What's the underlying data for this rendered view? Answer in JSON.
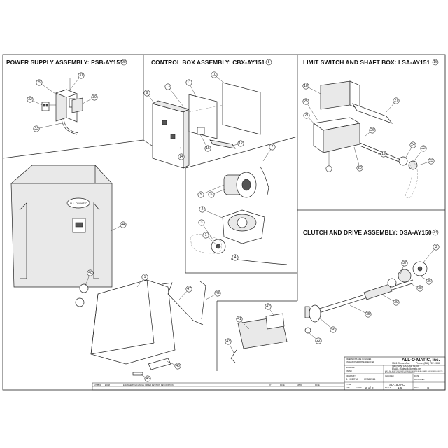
{
  "sections": {
    "power_supply": {
      "title": "POWER SUPPLY ASSEMBLY: PSB-AY151",
      "ref": "28"
    },
    "control_box": {
      "title": "CONTROL BOX ASSEMBLY: CBX-AY151",
      "ref": "8"
    },
    "limit_switch": {
      "title": "LIMIT SWITCH AND SHAFT BOX: LSA-AY151",
      "ref": "16"
    },
    "clutch_drive": {
      "title": "CLUTCH AND DRIVE ASSEMBLY: DSA-AY150",
      "ref": "34"
    }
  },
  "callouts": {
    "power_supply": [
      "29",
      "31",
      "30",
      "32",
      "33"
    ],
    "control_box": [
      "9",
      "13",
      "11",
      "10",
      "15",
      "12",
      "14"
    ],
    "motor_gear": [
      "7",
      "5",
      "6",
      "2",
      "3",
      "1",
      "4"
    ],
    "limit_switch": [
      "18",
      "25",
      "21",
      "27",
      "26",
      "19",
      "24",
      "22",
      "23",
      "17",
      "20"
    ],
    "clutch_drive": [
      "3",
      "37",
      "36",
      "38",
      "39",
      "35",
      "56",
      "22"
    ],
    "frame": [
      "44",
      "40",
      "1",
      "47",
      "48",
      "45",
      "46"
    ],
    "board": [
      "42",
      "41",
      "43"
    ]
  },
  "logo_text": "ALL-O-MATIC",
  "title_block": {
    "company": "ALL-O-MATIC, Inc.",
    "address1": "7526 Clinton Ave.",
    "address2": "Van Nuys, CA, USA 91406",
    "phone": "Phone: (818) 787-1998",
    "email": "EMAIL: Sales@allomatic.net",
    "notice": "THE INFORMATION DISCLOSED HEREIN WAS ORIGINATED BY AND IS THE PROPERTY OF ALL-O-MATIC, INC. EXCEPT FOR RIGHTS EXPRESSLY GRANTED BY ALL-O-MATIC, THIS DRAWING IS NOT TO BE REPRODUCED OR USED WITHOUT PERMISSION.",
    "dims_label": "DIMENSIONS ARE IN INCHES",
    "tolerances_label": "UNLESS OTHERWISE SPECIFIED",
    "material_label": "MATERIAL",
    "finish_label": "FINISH",
    "drawn_label": "DRAWN BY",
    "drawn_value": "S. HUERTA",
    "drawn_date": "07/08/2021",
    "checked_label": "CHECKED",
    "date_label": "DATE",
    "approved_label": "APPROVED",
    "title_label": "TITLE",
    "title_value": "SL-150 AC",
    "size_label": "SIZE",
    "scale_label": "SCALE",
    "scale_value": "1:5",
    "sheet_label": "SHEET",
    "sheet_value": "2 of 2",
    "rev_label": "REV",
    "rev_value": "C",
    "rev_cols": [
      "SYMBOL",
      "ECN#",
      "ENGINEERING CHANGE ORDER REVISION DESCRIPTION",
      "BY",
      "DATE",
      "APPD",
      "DATE"
    ]
  }
}
